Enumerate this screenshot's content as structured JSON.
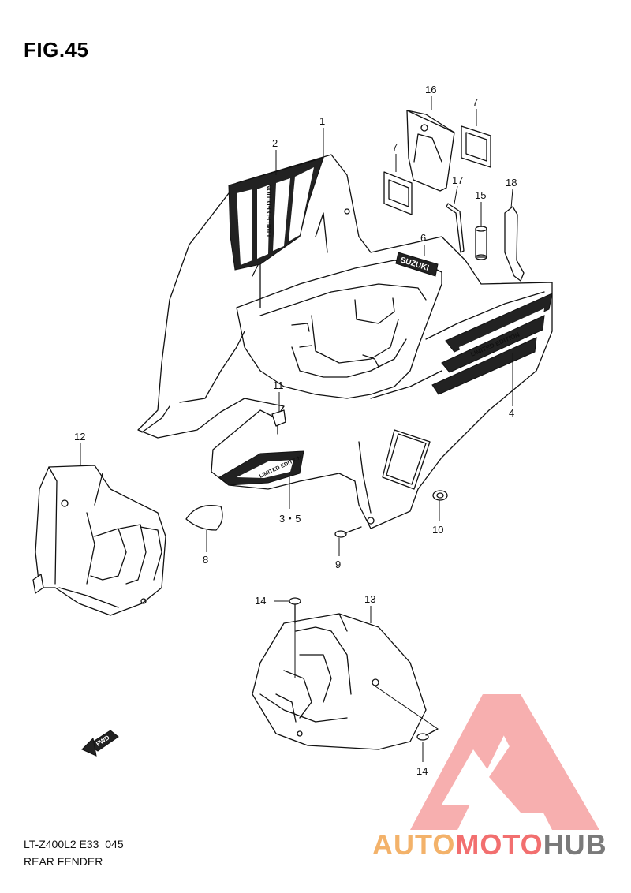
{
  "figure": {
    "title": "FIG.45",
    "code": "LT-Z400L2 E33_045",
    "name": "REAR FENDER"
  },
  "callouts": {
    "c1": "1",
    "c2": "2",
    "c3_5": "3・5",
    "c4": "4",
    "c6": "6",
    "c7a": "7",
    "c7b": "7",
    "c8": "8",
    "c9": "9",
    "c10": "10",
    "c11": "11",
    "c12": "12",
    "c13": "13",
    "c14a": "14",
    "c14b": "14",
    "c15": "15",
    "c16": "16",
    "c17": "17",
    "c18": "18"
  },
  "decals": {
    "limited_edition_left": "LIMITED EDITION",
    "limited_edition_right": "LIMITED EDITION",
    "limited_edition_small": "LIMITED EDITION",
    "brand": "SUZUKI",
    "fwd": "FWD"
  },
  "watermark": {
    "part_a": "AUTO",
    "part_b": "MOTO",
    "part_c": "HUB",
    "colors": {
      "auto": "#f3b26a",
      "moto": "#f26f6f",
      "hub": "#7a7a7a",
      "logo": "#f26f6f"
    }
  }
}
